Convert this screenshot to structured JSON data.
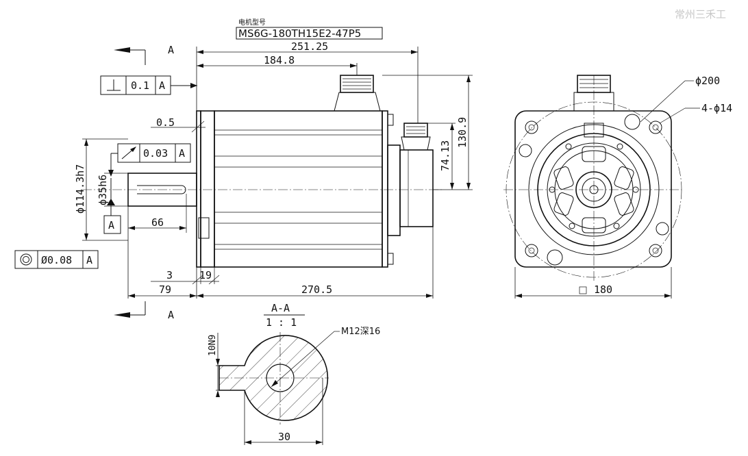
{
  "watermark": "常州三禾工",
  "model": {
    "caption": "电机型号",
    "code": "MS6G-180TH15E2-47P5"
  },
  "section_marks": {
    "top": "A",
    "bottom": "A"
  },
  "section_view": {
    "title": "A-A",
    "scale": "1 : 1",
    "thread": "M12深16",
    "height": "10N9",
    "width": "30"
  },
  "tolerance_frames": {
    "perpendicularity": {
      "symbol": "⊥",
      "value": "0.1",
      "datum": "A"
    },
    "runout": {
      "symbol": "↗",
      "value": "0.03",
      "datum": "A"
    },
    "concentricity": {
      "symbol": "◎",
      "value": "Ø0.08",
      "datum": "A"
    }
  },
  "datum_label": "A",
  "dimensions": {
    "total_length": "251.25",
    "to_connector": "184.8",
    "flange_gap": "0.5",
    "spigot_dia": "ϕ114.3h7",
    "shaft_dia": "ϕ35h6",
    "key_length": "66",
    "spigot_len": "3",
    "flange_thk": "19",
    "shaft_len": "79",
    "body_len": "270.5",
    "height_a": "74.13",
    "height_b": "130.9",
    "pcd": "ϕ200",
    "holes": "4-ϕ14",
    "square": "180"
  },
  "icons": [
    "square-icon",
    "concentricity-icon",
    "runout-arrow-icon",
    "perpendicular-icon"
  ]
}
